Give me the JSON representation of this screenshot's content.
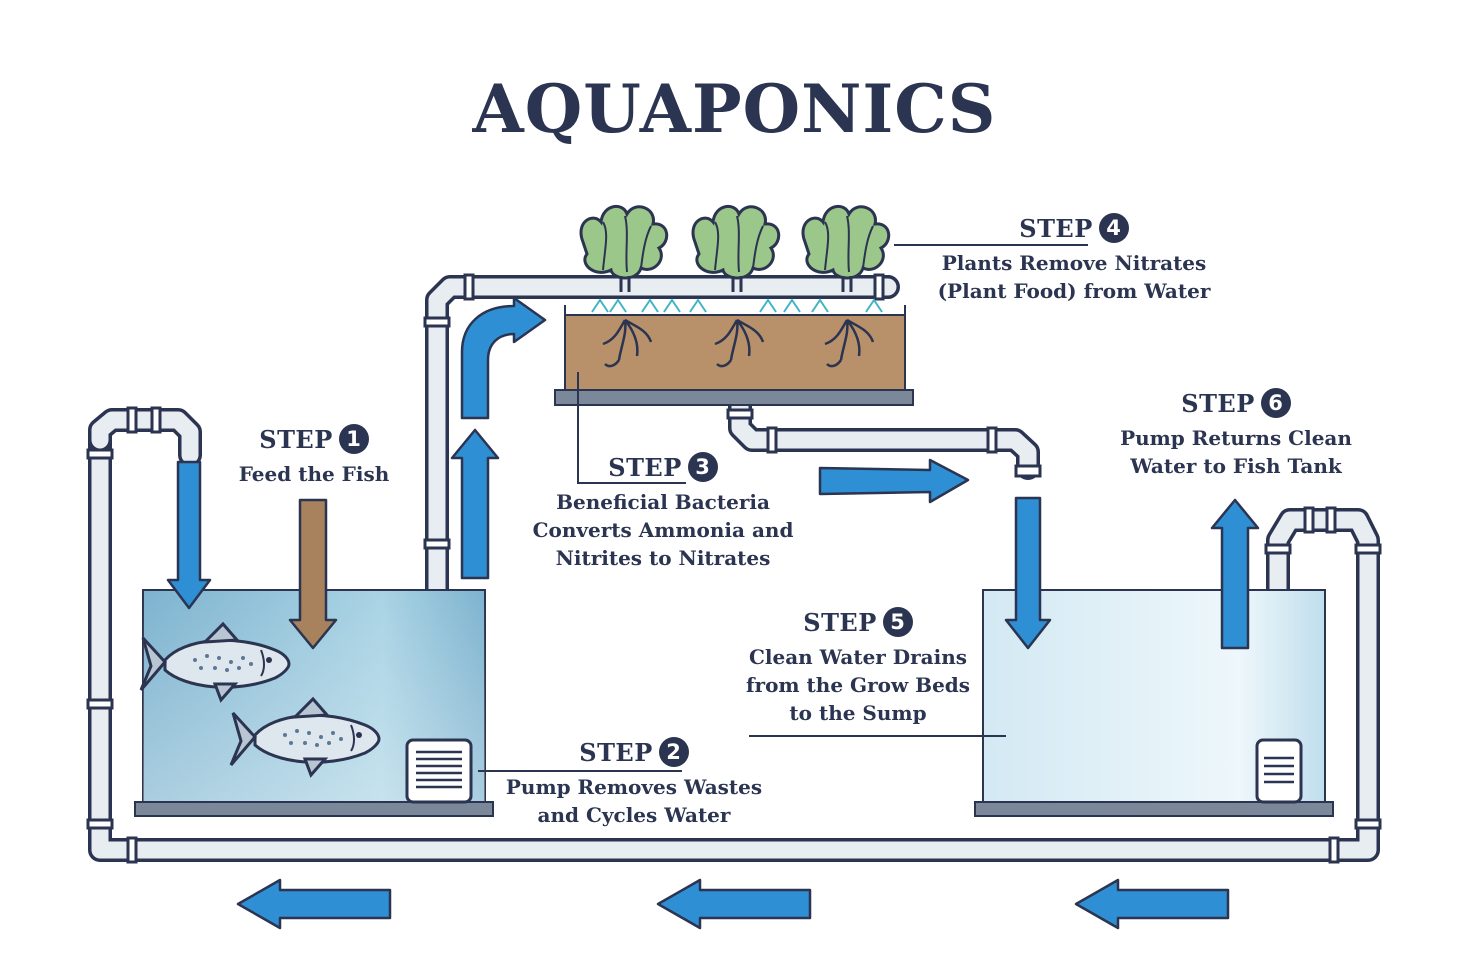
{
  "title": "AQUAPONICS",
  "steps": [
    {
      "label": "STEP",
      "number": "1",
      "text": "Feed the Fish"
    },
    {
      "label": "STEP",
      "number": "2",
      "text": "Pump Removes Wastes\nand Cycles Water"
    },
    {
      "label": "STEP",
      "number": "3",
      "text": "Beneficial Bacteria\nConverts Ammonia and\nNitrites to Nitrates"
    },
    {
      "label": "STEP",
      "number": "4",
      "text": "Plants Remove Nitrates\n(Plant Food) from Water"
    },
    {
      "label": "STEP",
      "number": "5",
      "text": "Clean Water Drains\nfrom the Grow Beds\nto the Sump"
    },
    {
      "label": "STEP",
      "number": "6",
      "text": "Pump Returns Clean\nWater to Fish Tank"
    }
  ],
  "colors": {
    "ink": "#2b3450",
    "pipe": "#e8edf2",
    "arrow_blue": "#2e8fd4",
    "arrow_brown": "#a8825c",
    "water_fish_tank": "#8fc3da",
    "water_sump": "#cfe7f1",
    "soil": "#b8916b",
    "plant": "#9cc78a"
  },
  "icons": [
    "fish-icon",
    "lettuce-icon",
    "pump-icon",
    "root-icon",
    "flow-arrow-icon",
    "pipe"
  ]
}
